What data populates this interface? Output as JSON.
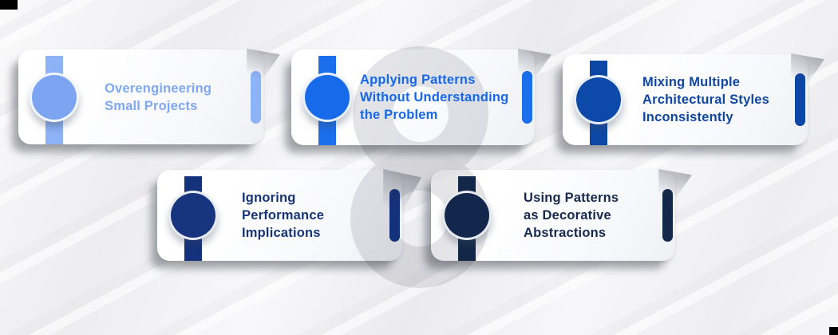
{
  "watermark": {
    "shape": "figure-eight",
    "color": "#e0e1e4"
  },
  "corner_artifact_color": "#000000",
  "cards": [
    {
      "title": "Overengineering\nSmall Projects",
      "accent": "#7ca4f1",
      "bar": "#8db2f6",
      "text_color": "#7fa8f3"
    },
    {
      "title": "Applying Patterns\nWithout Understanding\nthe Problem",
      "accent": "#176ae9",
      "bar": "#1b6eec",
      "text_color": "#1568e9"
    },
    {
      "title": "Mixing Multiple\nArchitectural Styles\nInconsistently",
      "accent": "#0d49a8",
      "bar": "#0d47a6",
      "text_color": "#0f47a0"
    },
    {
      "title": "Ignoring Performance\nImplications",
      "accent": "#16357e",
      "bar": "#14317c",
      "text_color": "#163577"
    },
    {
      "title": "Using Patterns\nas Decorative\nAbstractions",
      "accent": "#13274c",
      "bar": "#132849",
      "text_color": "#16294e"
    }
  ]
}
